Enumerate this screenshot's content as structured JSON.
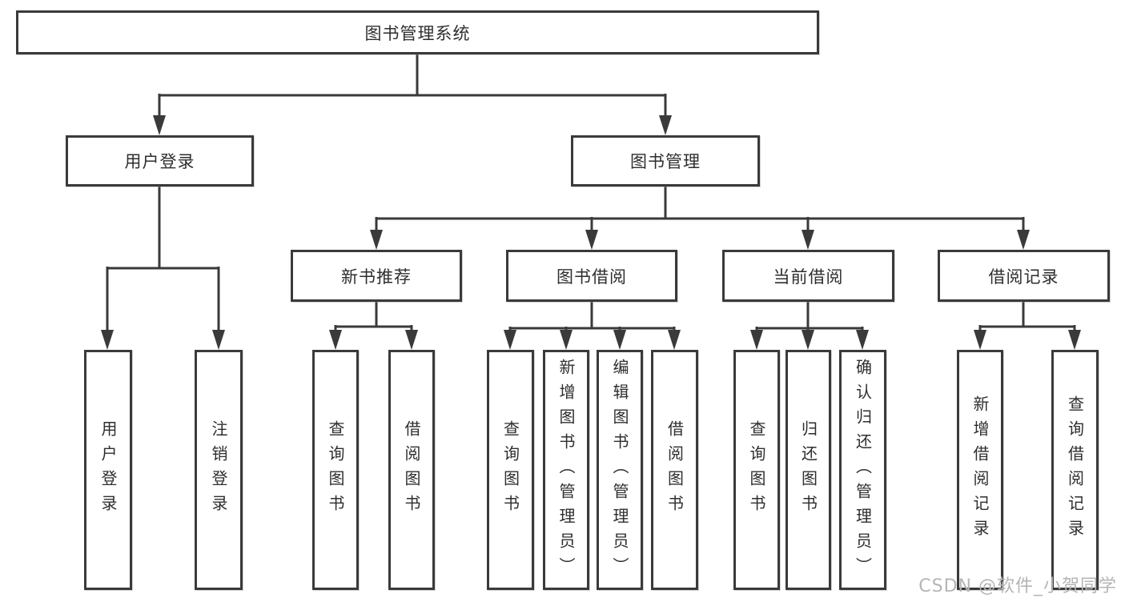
{
  "colors": {
    "line": "#3a3a3a",
    "box_border": "#3a3a3a",
    "text": "#2e2e2e",
    "watermark_text": "#b5b5b5",
    "background": "#ffffff"
  },
  "watermark": "CSDN @软件_小贺同学",
  "tree": {
    "label": "图书管理系统",
    "children": [
      {
        "label": "用户登录",
        "children": [
          {
            "label": "用户登录"
          },
          {
            "label": "注销登录"
          }
        ]
      },
      {
        "label": "图书管理",
        "children": [
          {
            "label": "新书推荐",
            "children": [
              {
                "label": "查询图书"
              },
              {
                "label": "借阅图书"
              }
            ]
          },
          {
            "label": "图书借阅",
            "children": [
              {
                "label": "查询图书"
              },
              {
                "label": "新增图书（管理员）"
              },
              {
                "label": "编辑图书（管理员）"
              },
              {
                "label": "借阅图书"
              }
            ]
          },
          {
            "label": "当前借阅",
            "children": [
              {
                "label": "查询图书"
              },
              {
                "label": "归还图书"
              },
              {
                "label": "确认归还（管理员）"
              }
            ]
          },
          {
            "label": "借阅记录",
            "children": [
              {
                "label": "新增借阅记录"
              },
              {
                "label": "查询借阅记录"
              }
            ]
          }
        ]
      }
    ]
  }
}
